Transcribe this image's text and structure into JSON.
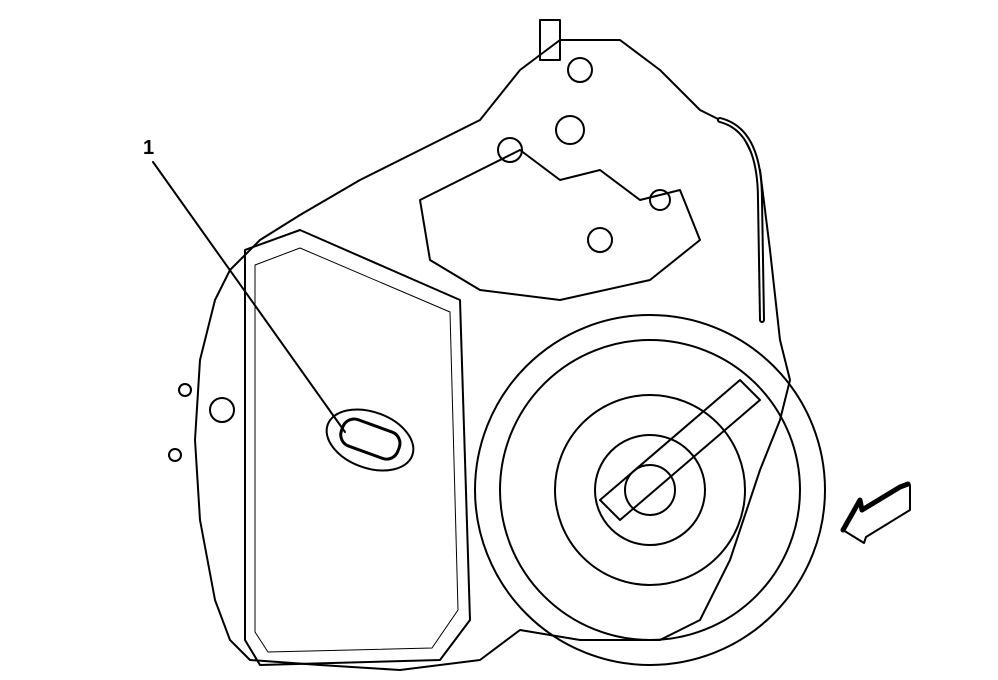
{
  "diagram": {
    "subject": "transmission-assembly-line-drawing",
    "callouts": [
      {
        "label": "1",
        "target": "electrical-connector"
      }
    ],
    "direction_arrow": "front-of-vehicle-arrow"
  }
}
